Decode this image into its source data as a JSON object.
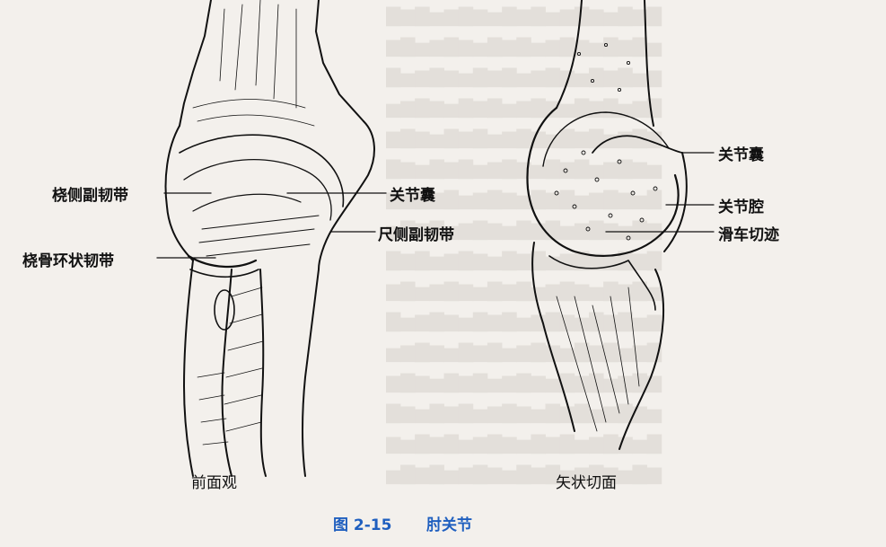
{
  "figure": {
    "number": "图 2-15",
    "title": "肘关节"
  },
  "left_panel": {
    "caption": "前面观",
    "labels": {
      "radial_collateral": "桡侧副韧带",
      "annular": "桡骨环状韧带",
      "capsule": "关节囊",
      "ulnar_collateral": "尺侧副韧带"
    }
  },
  "right_panel": {
    "caption": "矢状切面",
    "labels": {
      "capsule": "关节囊",
      "cavity": "关节腔",
      "trochlear_notch": "滑车切迹"
    }
  },
  "colors": {
    "ink": "#111111",
    "caption_blue": "#1f5fbf",
    "paper": "#f3f0ec"
  }
}
